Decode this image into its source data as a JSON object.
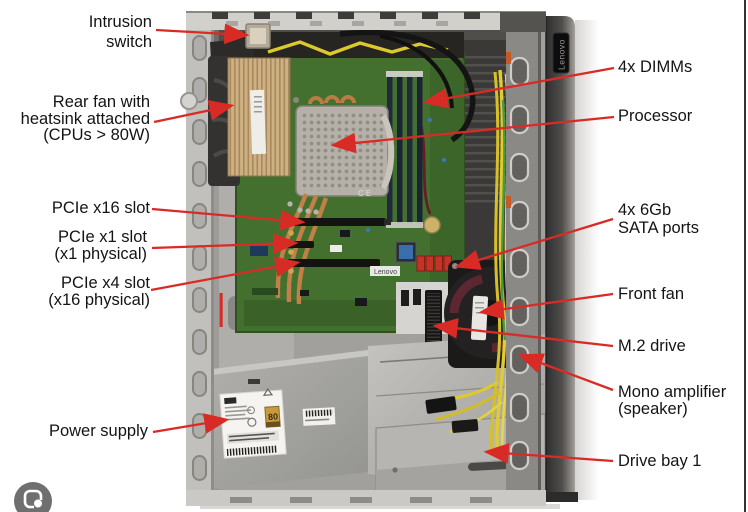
{
  "page": {
    "background": "#ffffff"
  },
  "annotation": {
    "color": "#d92b26"
  },
  "figure": {
    "alt": "Lenovo tower PC interior with labeled components",
    "labels": [
      {
        "id": "intrusion-switch",
        "text": "Intrusion\nswitch"
      },
      {
        "id": "rear-fan",
        "text": "Rear fan with\nheatsink attached\n(CPUs > 80W)"
      },
      {
        "id": "pcie-x16",
        "text": "PCIe x16 slot"
      },
      {
        "id": "pcie-x1",
        "text": "PCIe x1 slot\n(x1 physical)"
      },
      {
        "id": "pcie-x4",
        "text": "PCIe x4 slot\n(x16 physical)"
      },
      {
        "id": "power-supply",
        "text": "Power supply"
      },
      {
        "id": "dimms",
        "text": "4x DIMMs"
      },
      {
        "id": "processor",
        "text": "Processor"
      },
      {
        "id": "sata-ports",
        "text": "4x 6Gb\nSATA ports"
      },
      {
        "id": "front-fan",
        "text": "Front fan"
      },
      {
        "id": "m2-drive",
        "text": "M.2 drive"
      },
      {
        "id": "mono-amplifier",
        "text": "Mono amplifier\n(speaker)"
      },
      {
        "id": "drive-bay-1",
        "text": "Drive bay 1"
      }
    ],
    "photo_text": {
      "case_badge": "Lenovo",
      "motherboard_silkscreen": "Lenovo",
      "ce_mark": "CE",
      "psu_efficiency_badge": "80"
    }
  },
  "icons": {
    "image_search": "google-lens-icon"
  }
}
